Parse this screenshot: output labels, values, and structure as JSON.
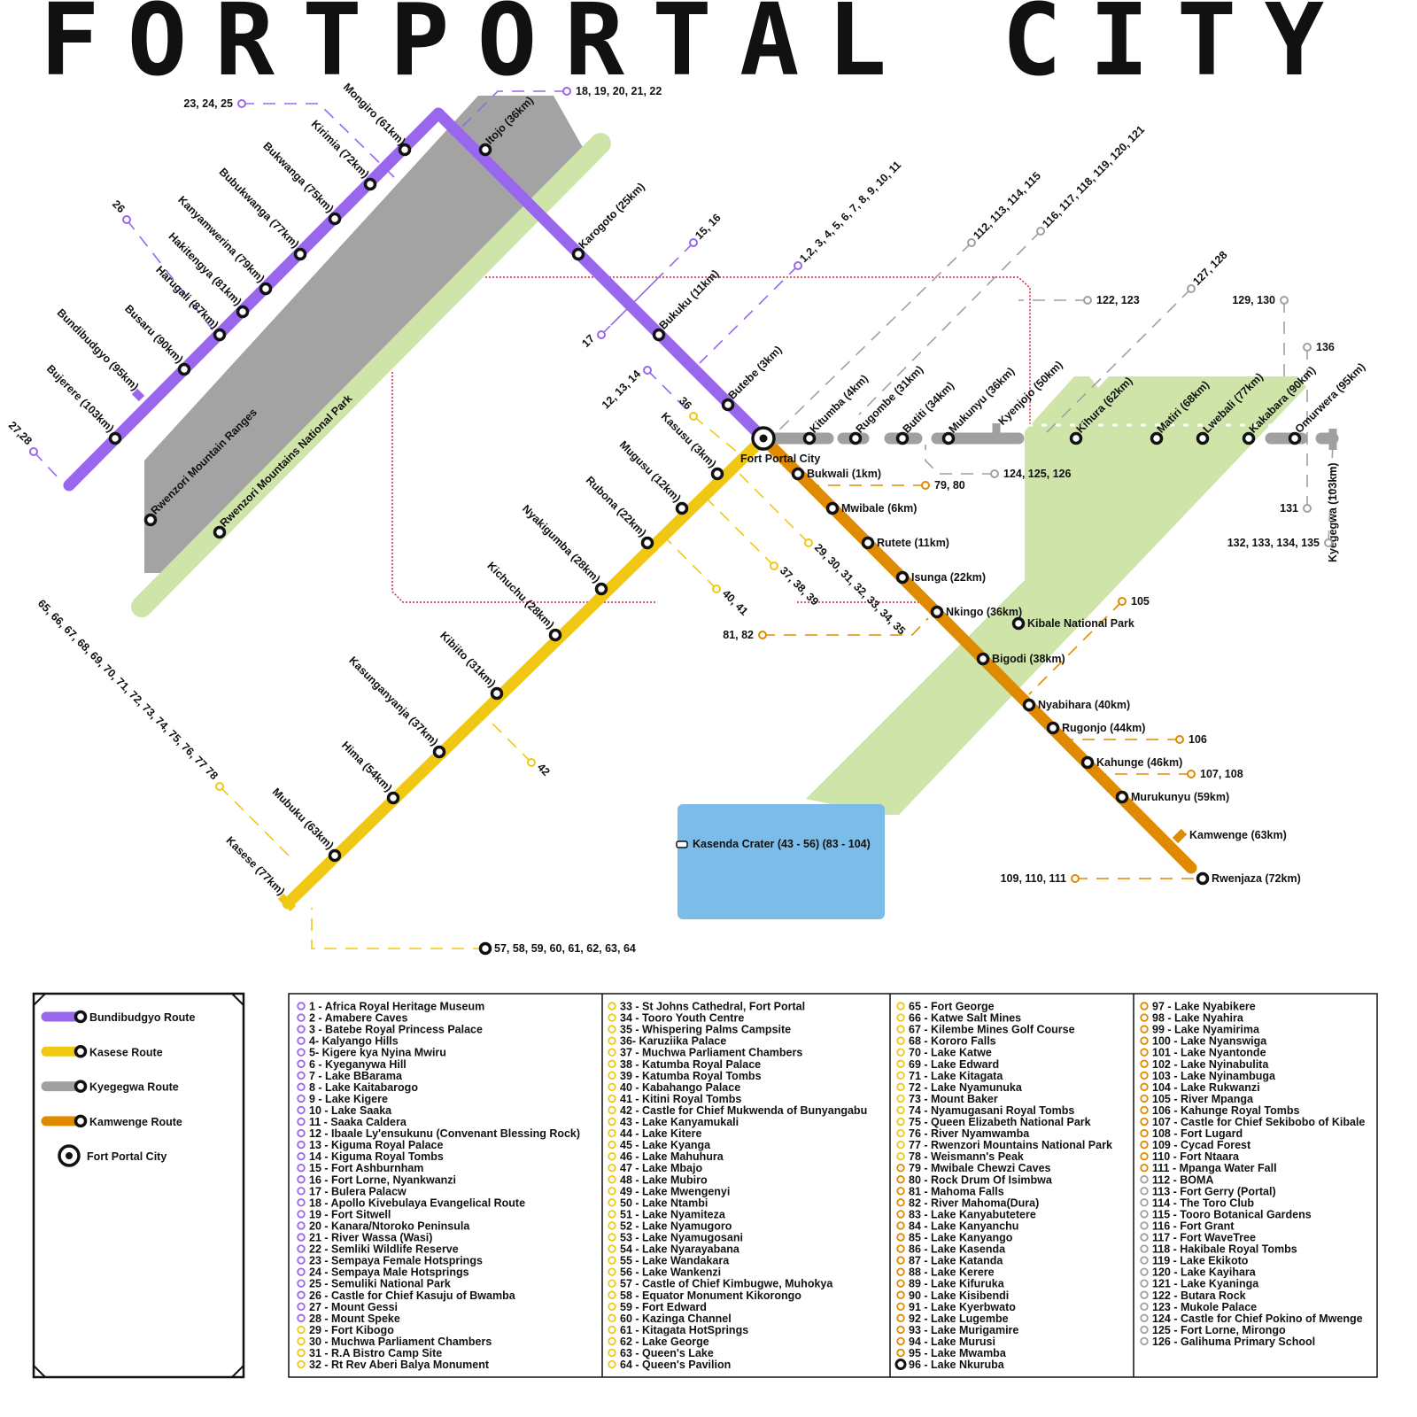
{
  "title": "FORTPORTAL CITY",
  "colors": {
    "bundibudgyo": "#9966EE",
    "kasese": "#F0C814",
    "kyegegwa": "#A0A0A0",
    "kamwenge": "#E08A00",
    "park": "#CFE4A8",
    "mountain": "#A3A3A3",
    "lake": "#7BBDE8",
    "boundary": "#D0243C"
  },
  "hub": {
    "name": "Fort Portal City",
    "icon": "target-icon"
  },
  "routes": {
    "bundibudgyo": [
      "Bujerere (103km)",
      "Bundibudgyo (95km)",
      "Busaru (90km)",
      "Harugali (87km)",
      "Hakitengya (81km)",
      "Kanyamwerina (79km)",
      "Bubukwanga (77km)",
      "Bukwanga (75km)",
      "Kirimia (72km)",
      "Mongiro (61km)",
      "Itojo (36km)",
      "Karogoto (25km)",
      "Bukuku (11km)",
      "Butebe (3km)"
    ],
    "kasese": [
      "Kasusu (3km)",
      "Mugusu (12km)",
      "Rubona (22km)",
      "Nyakigumba (28km)",
      "Kichuchu (28km)",
      "Kibiito (31km)",
      "Kasunganyanja (37km)",
      "Hima (54km)",
      "Mubuku (63km)",
      "Kasese (77km)"
    ],
    "kamwenge": [
      "Bukwali (1km)",
      "Mwibale (6km)",
      "Rutete (11km)",
      "Isunga (22km)",
      "Nkingo (36km)",
      "Bigodi (38km)",
      "Nyabihara (40km)",
      "Rugonjo (44km)",
      "Kahunge (46km)",
      "Murukunyu (59km)",
      "Kamwenge (63km)",
      "Rwenjaza (72km)"
    ],
    "kyegegwa": [
      "Kitumba (4km)",
      "Rugombe (31km)",
      "Butiti (34km)",
      "Mukunyu (36km)",
      "Kyenjojo (50km)",
      "Kihura (62km)",
      "Matiri (68km)",
      "Lwebali (77km)",
      "Kakabara (90km)",
      "Omurwera (95km)",
      "Kyegegwa (103km)"
    ]
  },
  "areas": {
    "mountains": "Rwenzori Mountain Ranges",
    "rwenzori_park": "Rwenzori Mountains National Park",
    "kibale_park": "Kibale National Park",
    "kasenda": "Kasenda Crater (43 - 56) (83 - 104)"
  },
  "poi_markers": {
    "purple": [
      "23, 24, 25",
      "18, 19, 20, 21, 22",
      "26",
      "27,28",
      "15, 16",
      "17",
      "1,2, 3, 4, 5, 6, 7, 8, 9, 10, 11",
      "12, 13, 14"
    ],
    "yellow": [
      "36",
      "29, 30, 31, 32, 33, 34, 35",
      "37, 38, 39",
      "40, 41",
      "42",
      "65, 66, 67, 68, 69, 70, 71, 72, 73, 74, 75, 76, 77 78",
      "57, 58, 59, 60, 61, 62, 63, 64"
    ],
    "orange": [
      "79, 80",
      "81, 82",
      "105",
      "106",
      "107, 108",
      "109, 110, 111"
    ],
    "gray": [
      "112, 113, 114, 115",
      "116, 117, 118, 119, 120, 121",
      "122, 123",
      "127, 128",
      "129, 130",
      "136",
      "124, 125, 126",
      "131",
      "132, 133, 134, 135"
    ]
  },
  "legend": {
    "items": [
      {
        "label": "Bundibudgyo Route",
        "color": "#9966EE"
      },
      {
        "label": "Kasese Route",
        "color": "#F0C814"
      },
      {
        "label": "Kyegegwa Route",
        "color": "#A0A0A0"
      },
      {
        "label": "Kamwenge Route",
        "color": "#E08A00"
      }
    ],
    "hub_label": "Fort Portal City"
  },
  "places": [
    [
      "1 - Africa Royal Heritage Museum",
      "2 - Amabere Caves",
      "3 - Batebe Royal Princess Palace",
      "4- Kalyango Hills",
      "5- Kigere kya Nyina Mwiru",
      "6 - Kyeganywa Hill",
      "7 - Lake BBarama",
      "8 - Lake Kaitabarogo",
      "9 - Lake Kigere",
      "10 - Lake Saaka",
      "11 - Saaka Caldera",
      "12 - Ibaale Ly'ensukunu (Convenant Blessing Rock)",
      "13 - Kiguma Royal Palace",
      "14 - Kiguma Royal Tombs",
      "15 - Fort Ashburnham",
      "16 - Fort Lorne, Nyankwanzi",
      "17 - Bulera Palacw",
      "18 - Apollo Kivebulaya Evangelical Route",
      "19 - Fort Sitwell",
      "20 - Kanara/Ntoroko Peninsula",
      "21 - River Wassa (Wasi)",
      "22 - Semliki Wildlife Reserve",
      "23 - Sempaya Female Hotsprings",
      "24 - Sempaya Male Hotsprings",
      "25 - Semuliki National Park",
      "26 - Castle for Chief Kasuju of Bwamba",
      "27 - Mount Gessi",
      "28 - Mount Speke",
      "29 - Fort Kibogo",
      "30 - Muchwa Parliament Chambers",
      "31 - R.A Bistro Camp Site",
      "32 - Rt Rev Aberi Balya Monument"
    ],
    [
      "33 - St Johns Cathedral, Fort Portal",
      "34 - Tooro Youth Centre",
      "35 - Whispering Palms Campsite",
      "36- Karuziika Palace",
      "37 - Muchwa Parliament Chambers",
      "38 - Katumba Royal Palace",
      "39 - Katumba Royal Tombs",
      "40 - Kabahango Palace",
      "41 - Kitini Royal Tombs",
      "42 - Castle for Chief Mukwenda of Bunyangabu",
      "43 - Lake Kanyamukali",
      "44 - Lake Kitere",
      "45 - Lake Kyanga",
      "46 - Lake Mahuhura",
      "47 - Lake Mbajo",
      "48 - Lake Mubiro",
      "49 - Lake Mwengenyi",
      "50 - Lake Ntambi",
      "51 - Lake Nyamiteza",
      "52 - Lake Nyamugoro",
      "53 - Lake Nyamugosani",
      "54 - Lake Nyarayabana",
      "55 - Lake Wandakara",
      "56 - Lake Wankenzi",
      "57 - Castle of Chief Kimbugwe, Muhokya",
      "58 - Equator Monument Kikorongo",
      "59 - Fort Edward",
      "60 - Kazinga Channel",
      "61 - Kitagata HotSprings",
      "62 - Lake George",
      "63 - Queen's Lake",
      "64 - Queen's Pavilion"
    ],
    [
      "65 - Fort George",
      "66 - Katwe Salt Mines",
      "67 - Kilembe Mines Golf Course",
      "68 - Kororo Falls",
      "70 - Lake Katwe",
      "69 - Lake Edward",
      "71 - Lake Kitagata",
      "72 - Lake Nyamunuka",
      "73 - Mount Baker",
      "74 - Nyamugasani Royal Tombs",
      "75 - Queen Elizabeth National Park",
      "76 - River Nyamwamba",
      "77 - Rwenzori Mountains National Park",
      "78 - Weismann's Peak",
      "79 - Mwibale Chewzi Caves",
      "80 - Rock Drum Of Isimbwa",
      "81 - Mahoma Falls",
      "82 - River Mahoma(Dura)",
      "83 - Lake Kanyabutetere",
      "84 - Lake Kanyanchu",
      "85 - Lake Kanyango",
      "86 - Lake Kasenda",
      "87 - Lake Katanda",
      "88 - Lake Kerere",
      "89 - Lake Kifuruka",
      "90 - Lake Kisibendi",
      "91 - Lake Kyerbwato",
      "92 - Lake Lugembe",
      "93 - Lake Murigamire",
      "94 - Lake Murusi",
      "95 - Lake Mwamba",
      "96 - Lake Nkuruba"
    ],
    [
      "97 - Lake Nyabikere",
      "98 - Lake Nyahira",
      "99 - Lake Nyamirima",
      "100 - Lake Nyanswiga",
      "101 - Lake Nyantonde",
      "102 - Lake Nyinabulita",
      "103 - Lake Nyinambuga",
      "104 - Lake Rukwanzi",
      "105 - River Mpanga",
      "106 - Kahunge Royal Tombs",
      "107 - Castle for Chief Sekibobo of Kibale",
      "108 - Fort Lugard",
      "109 - Cycad Forest",
      "110 - Fort Ntaara",
      "111 - Mpanga Water Fall",
      "112 - BOMA",
      "113 - Fort Gerry (Portal)",
      "114 - The Toro Club",
      "115 - Tooro Botanical Gardens",
      "116 - Fort Grant",
      "117 - Fort WaveTree",
      "118 - Hakibale Royal Tombs",
      "119 - Lake Ekikoto",
      "120 - Lake Kayihara",
      "121 - Lake Kyaninga",
      "122 - Butara Rock",
      "123 - Mukole Palace",
      "124 - Castle for Chief Pokino of Mwenge",
      "125 - Fort Lorne, Mirongo",
      "126 - Galihuma Primary School"
    ]
  ]
}
